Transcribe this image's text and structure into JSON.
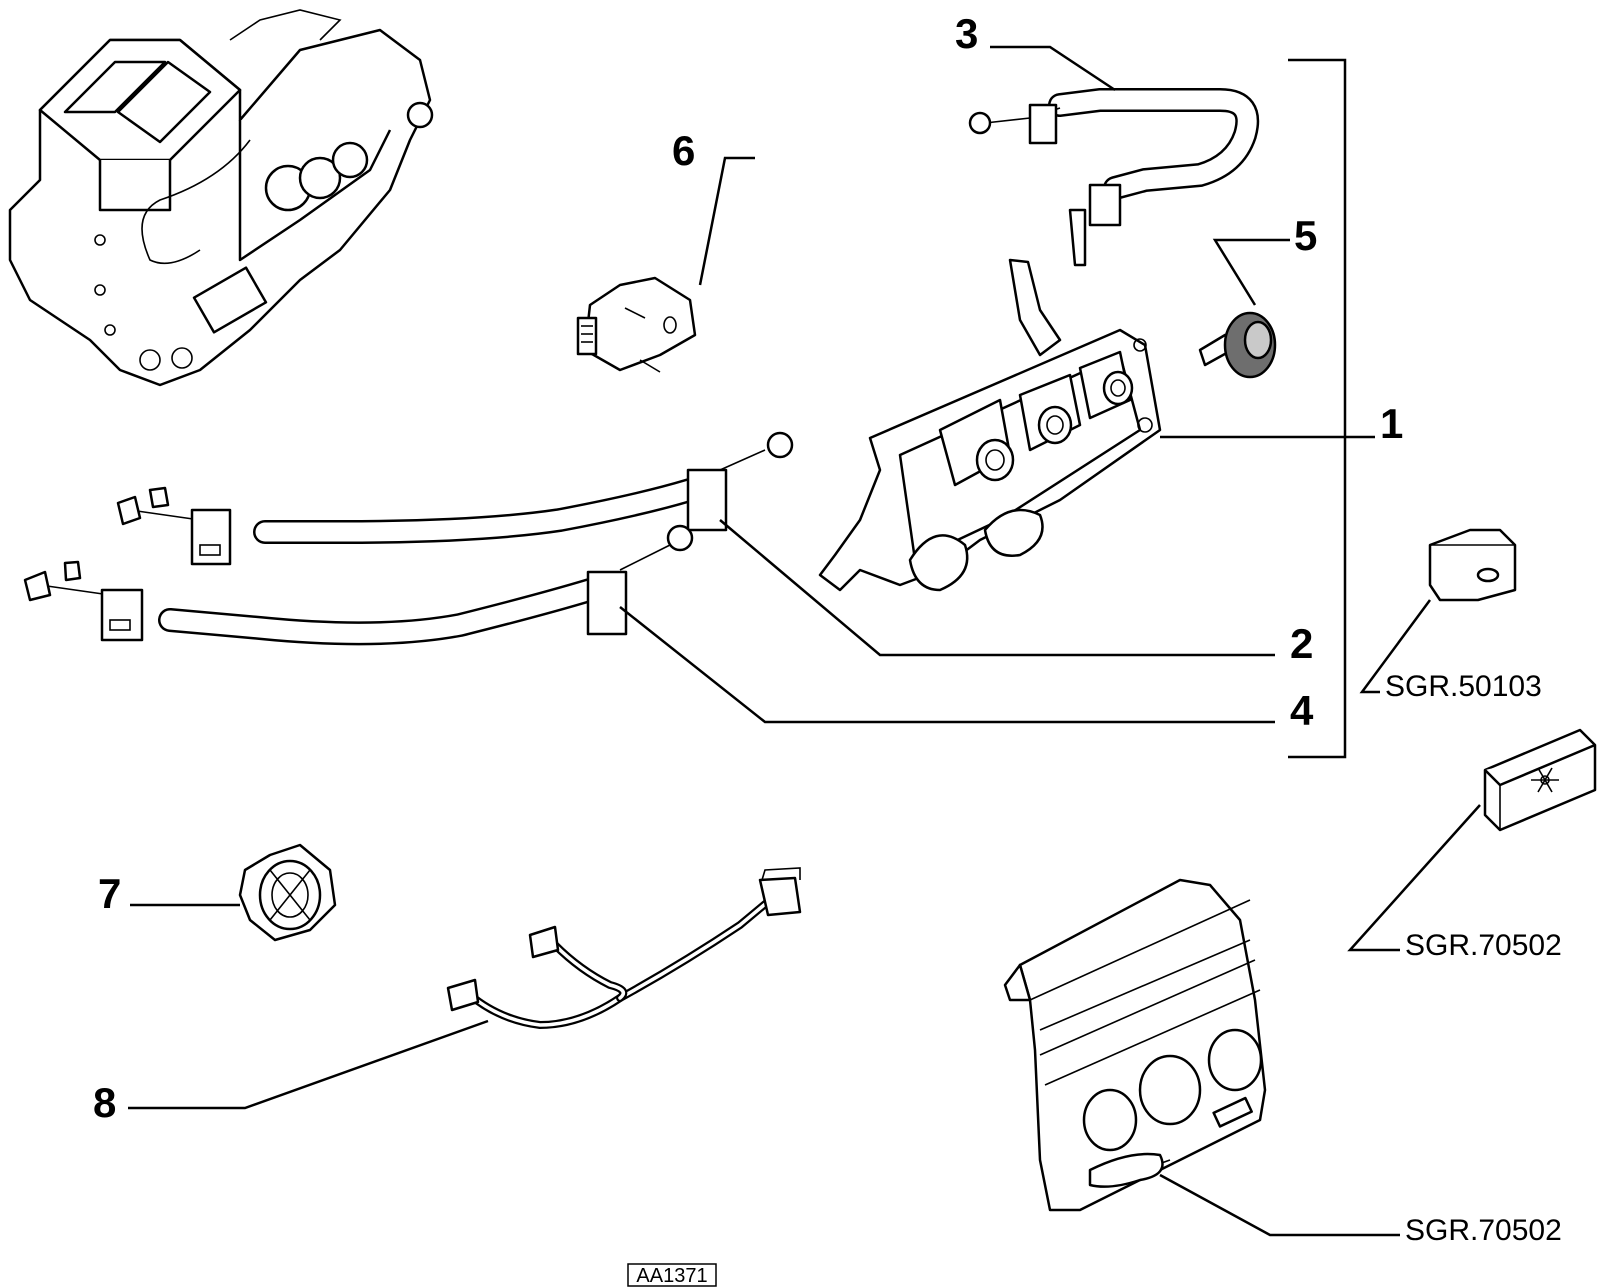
{
  "diagram": {
    "callouts": [
      {
        "id": "1",
        "label": "1"
      },
      {
        "id": "2",
        "label": "2"
      },
      {
        "id": "3",
        "label": "3"
      },
      {
        "id": "4",
        "label": "4"
      },
      {
        "id": "5",
        "label": "5"
      },
      {
        "id": "6",
        "label": "6"
      },
      {
        "id": "7",
        "label": "7"
      },
      {
        "id": "8",
        "label": "8"
      }
    ],
    "references": [
      {
        "id": "knob",
        "label": "SGR.50103"
      },
      {
        "id": "switch",
        "label": "SGR.70502"
      },
      {
        "id": "panel",
        "label": "SGR.70502"
      }
    ],
    "drawing_code": "AA1371",
    "icons": [
      "heater-unit-icon",
      "control-panel-icon",
      "cable-icon",
      "knob-icon",
      "connector-icon",
      "fan-icon",
      "wiring-harness-icon",
      "snowflake-icon",
      "bezel-panel-icon"
    ]
  }
}
